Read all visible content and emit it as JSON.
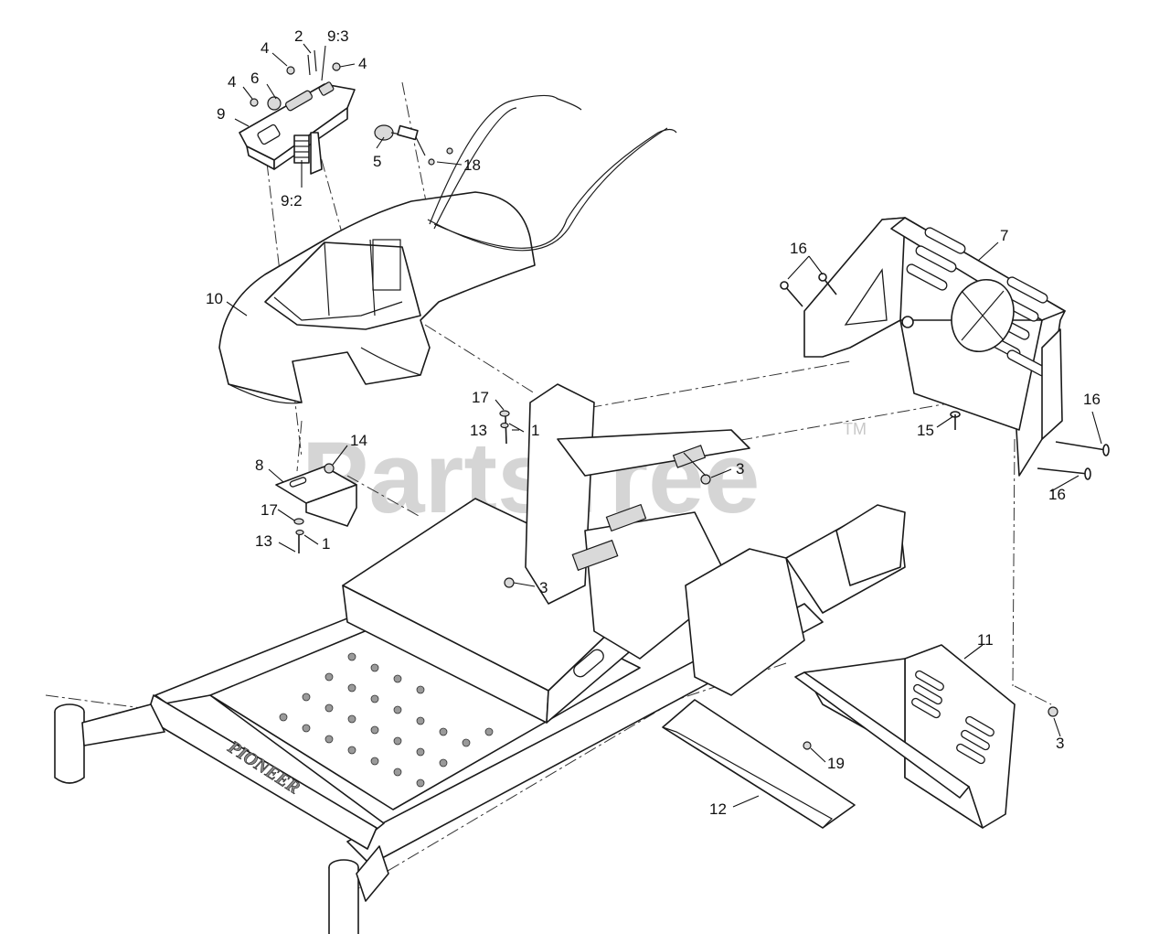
{
  "watermark": {
    "brand": "PartsTree",
    "tm": "TM"
  },
  "frame_logo": "PIONEER",
  "callouts": [
    {
      "id": "c4a",
      "label": "4"
    },
    {
      "id": "c2",
      "label": "2"
    },
    {
      "id": "c93",
      "label": "9:3"
    },
    {
      "id": "c4b",
      "label": "4"
    },
    {
      "id": "c4c",
      "label": "4"
    },
    {
      "id": "c6",
      "label": "6"
    },
    {
      "id": "c9",
      "label": "9"
    },
    {
      "id": "c5",
      "label": "5"
    },
    {
      "id": "c18",
      "label": "18"
    },
    {
      "id": "c92",
      "label": "9:2"
    },
    {
      "id": "c10",
      "label": "10"
    },
    {
      "id": "c16a",
      "label": "16"
    },
    {
      "id": "c7",
      "label": "7"
    },
    {
      "id": "c17a",
      "label": "17"
    },
    {
      "id": "c13a",
      "label": "13"
    },
    {
      "id": "c1a",
      "label": "1"
    },
    {
      "id": "c14",
      "label": "14"
    },
    {
      "id": "c8",
      "label": "8"
    },
    {
      "id": "c3a",
      "label": "3"
    },
    {
      "id": "c17b",
      "label": "17"
    },
    {
      "id": "c13b",
      "label": "13"
    },
    {
      "id": "c1b",
      "label": "1"
    },
    {
      "id": "c3b",
      "label": "3"
    },
    {
      "id": "c15",
      "label": "15"
    },
    {
      "id": "c16b",
      "label": "16"
    },
    {
      "id": "c16c",
      "label": "16"
    },
    {
      "id": "c11",
      "label": "11"
    },
    {
      "id": "c3c",
      "label": "3"
    },
    {
      "id": "c19",
      "label": "19"
    },
    {
      "id": "c12",
      "label": "12"
    }
  ]
}
